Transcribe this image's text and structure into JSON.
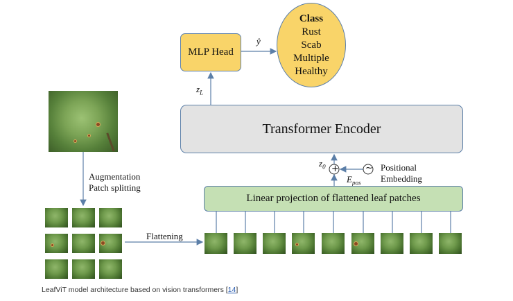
{
  "mlp_head": {
    "label": "MLP Head"
  },
  "class_box": {
    "title": "Class",
    "items": [
      "Rust",
      "Scab",
      "Multiple",
      "Healthy"
    ]
  },
  "transformer_encoder": {
    "label": "Transformer Encoder"
  },
  "linear_projection": {
    "label": "Linear projection of flattened leaf patches"
  },
  "labels": {
    "y_hat": "ŷ",
    "z_L_base": "z",
    "z_L_sub": "L",
    "z_0_base": "z",
    "z_0_sub": "0",
    "e_pos_base": "E",
    "e_pos_sub": "pos",
    "positional": "Positional",
    "embedding": "Embedding",
    "augmentation": "Augmentation",
    "patch_splitting": "Patch splitting",
    "flattening": "Flattening",
    "plus": "+",
    "tilde": "~"
  },
  "caption": {
    "text": "LeafViT model architecture based on vision transformers [",
    "ref": "14",
    "close": "]"
  },
  "colors": {
    "yellow_box": "#f9d469",
    "encoder_gray": "#e3e3e3",
    "linear_green": "#c5e0b4",
    "border_blue": "#5c7fa8"
  }
}
